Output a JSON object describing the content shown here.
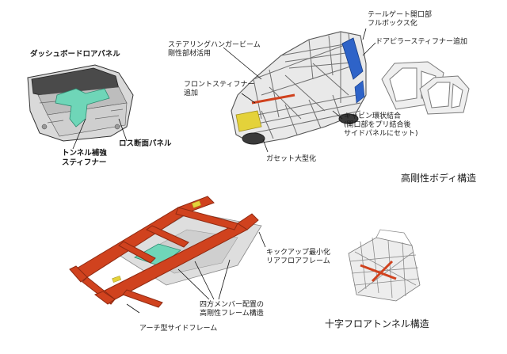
{
  "colors": {
    "frame_red": "#d0421e",
    "frame_dark": "#8f2a12",
    "highlight_green": "#6fd6b8",
    "highlight_blue": "#2e63c8",
    "highlight_yellow": "#e4d23a",
    "wire_gray": "#7a7a7a"
  },
  "labels": {
    "dashboard_panel": "ダッシュボードロアパネル",
    "loss_section_panel": "ロス断面パネル",
    "tunnel_stiffener": "トンネル補強\nスティフナー",
    "steering_hanger": "ステアリングハンガービーム\n剛性部材活用",
    "front_stiffener": "フロントスティフナー\n追加",
    "tailgate": "テールゲート開口部\nフルボックス化",
    "door_pillar": "ドアピラースティフナー追加",
    "cabin_ring": "キャビン環状結合\n(開口部をプリ結合後\nサイドパネルにセット)",
    "gusset": "ガセット大型化",
    "kickup": "キックアップ最小化\nリアフロアフレーム",
    "four_member": "四方メンバー配置の\n高剛性フレーム構造",
    "arch_side_frame": "アーチ型サイドフレーム"
  },
  "captions": {
    "high_rigidity_body": "高剛性ボディ構造",
    "cross_floor_tunnel": "十字フロアトンネル構造"
  }
}
